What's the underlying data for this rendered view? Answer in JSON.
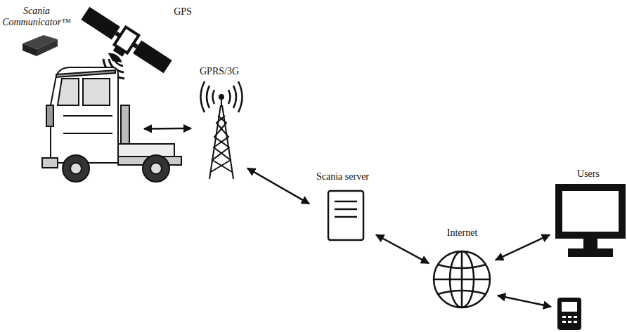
{
  "diagram": {
    "nodes": [
      {
        "text": [
          "GPS"
        ]
      },
      {
        "text": [
          "Scania Communicator™"
        ]
      },
      {
        "text": [
          "GPRS/3G"
        ]
      },
      {
        "text": [
          "Scania server"
        ]
      },
      {
        "text": [
          "Users"
        ]
      },
      {
        "text": [
          "Internet"
        ]
      }
    ],
    "edges": [
      {
        "from": 1,
        "to": 2,
        "arrow": "both"
      },
      {
        "from": 2,
        "to": 3,
        "arrow": "both"
      },
      {
        "from": 3,
        "to": 5,
        "arrow": "both"
      },
      {
        "from": 5,
        "to": 4,
        "arrow": "both"
      }
    ]
  }
}
